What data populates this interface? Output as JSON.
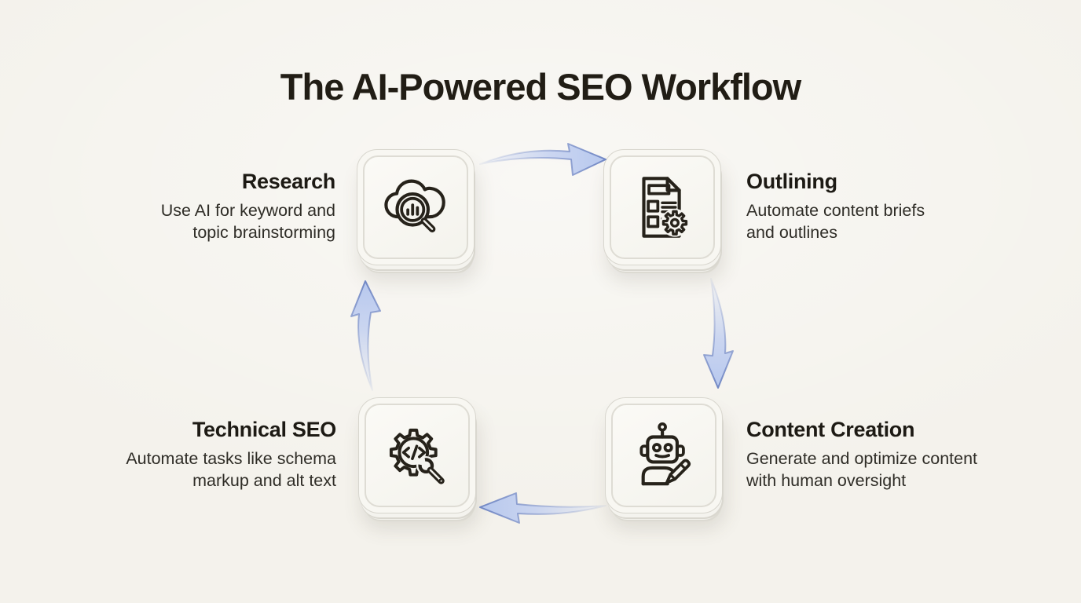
{
  "title": "The AI-Powered SEO Workflow",
  "steps": [
    {
      "id": "research",
      "title": "Research",
      "description": "Use AI for keyword and\ntopic brainstorming",
      "icon": "cloud-search-icon",
      "position": "top-left",
      "text_align": "right"
    },
    {
      "id": "outlining",
      "title": "Outlining",
      "description": "Automate content briefs\nand outlines",
      "icon": "document-gear-icon",
      "position": "top-right",
      "text_align": "left"
    },
    {
      "id": "content-creation",
      "title": "Content Creation",
      "description": "Generate and optimize content\nwith human oversight",
      "icon": "robot-pencil-icon",
      "position": "bottom-right",
      "text_align": "left"
    },
    {
      "id": "technical-seo",
      "title": "Technical SEO",
      "description": "Automate tasks like schema\nmarkup and alt text",
      "icon": "gear-wrench-icon",
      "position": "bottom-left",
      "text_align": "right"
    }
  ],
  "flow": [
    {
      "from": "research",
      "to": "outlining",
      "direction": "right"
    },
    {
      "from": "outlining",
      "to": "content-creation",
      "direction": "down"
    },
    {
      "from": "content-creation",
      "to": "technical-seo",
      "direction": "left"
    },
    {
      "from": "technical-seo",
      "to": "research",
      "direction": "up"
    }
  ],
  "colors": {
    "background": "#f4f2ec",
    "card_background": "#f8f7f2",
    "card_border": "#d8d6ce",
    "icon_ink": "#26221a",
    "title_ink": "#211d15",
    "body_ink": "#2f2d27",
    "arrow_fill": "#b9caee",
    "arrow_stroke": "#7289c2"
  }
}
